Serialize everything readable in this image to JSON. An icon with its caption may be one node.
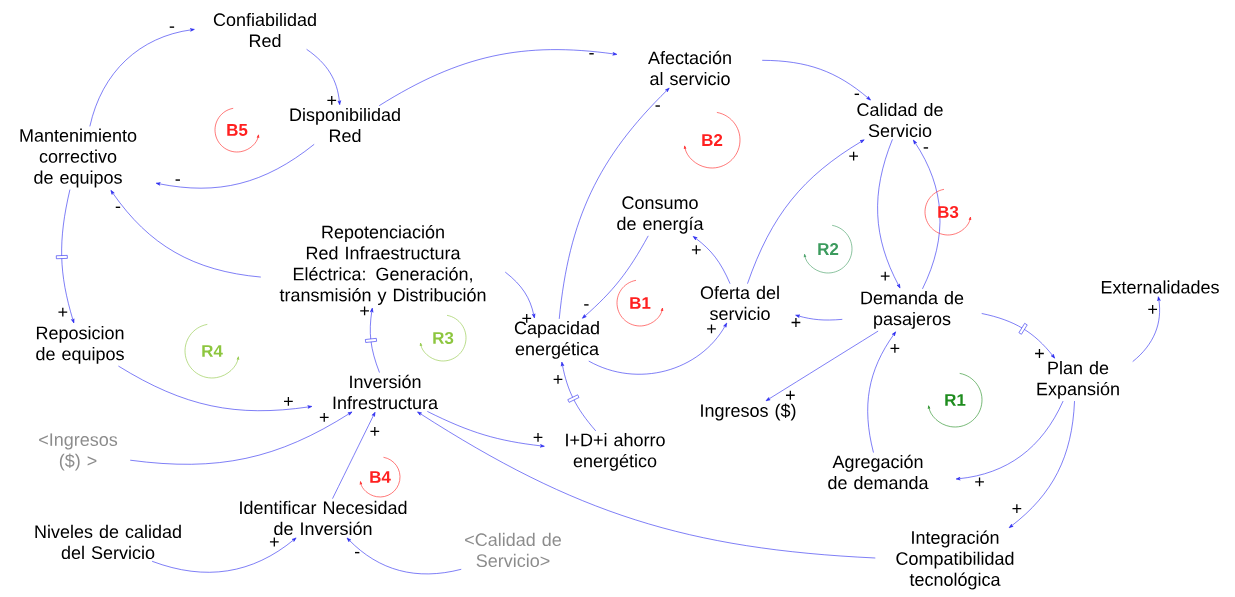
{
  "diagram": {
    "nodes": [
      {
        "text": [
          "Confiabilidad Red"
        ]
      },
      {
        "text": [
          "Disponibilidad Red"
        ]
      },
      {
        "text": [
          "Afectación al servicio"
        ]
      },
      {
        "text": [
          "Calidad de Servicio"
        ]
      },
      {
        "text": [
          "Mantenimiento correctivo de equipos"
        ]
      },
      {
        "text": [
          "Consumo de energía"
        ]
      },
      {
        "text": [
          "Repotenciación Red Infraestructura Eléctrica: Generación, transmisión y Distribución"
        ]
      },
      {
        "text": [
          "Oferta del servicio"
        ]
      },
      {
        "text": [
          "Demanda de pasajeros"
        ]
      },
      {
        "text": [
          "Externalidades"
        ]
      },
      {
        "text": [
          "Reposicion de equipos"
        ]
      },
      {
        "text": [
          "Capacidad energética"
        ]
      },
      {
        "text": [
          "Inversión Infrestructura"
        ]
      },
      {
        "text": [
          "Plan de Expansión"
        ]
      },
      {
        "text": [
          "Ingresos ($)"
        ]
      },
      {
        "text": [
          "<Ingresos ($) >"
        ]
      },
      {
        "text": [
          "I+D+i ahorro energético"
        ]
      },
      {
        "text": [
          "Agregación de demanda"
        ]
      },
      {
        "text": [
          "Identificar Necesidad de Inversión"
        ]
      },
      {
        "text": [
          "Niveles de calidad del Servicio"
        ]
      },
      {
        "text": [
          "<Calidad de Servicio>"
        ]
      },
      {
        "text": [
          "Integración Compatibilidad tecnológica"
        ]
      }
    ],
    "edges": [
      {
        "from": 4,
        "to": 0,
        "arrow": "to",
        "label": "-"
      },
      {
        "from": 0,
        "to": 1,
        "arrow": "to",
        "label": "+"
      },
      {
        "from": 1,
        "to": 4,
        "arrow": "to",
        "label": "-"
      },
      {
        "from": 1,
        "to": 2,
        "arrow": "to",
        "label": "-"
      },
      {
        "from": 2,
        "to": 3,
        "arrow": "to",
        "label": "-"
      },
      {
        "from": 11,
        "to": 2,
        "arrow": "to",
        "label": "-"
      },
      {
        "from": 6,
        "to": 11,
        "arrow": "to",
        "label": "+"
      },
      {
        "from": 5,
        "to": 11,
        "arrow": "to",
        "label": "-"
      },
      {
        "from": 11,
        "to": 7,
        "arrow": "to",
        "label": "+"
      },
      {
        "from": 7,
        "to": 5,
        "arrow": "to",
        "label": "+"
      },
      {
        "from": 7,
        "to": 3,
        "arrow": "to",
        "label": "+"
      },
      {
        "from": 3,
        "to": 8,
        "arrow": "to",
        "label": "+"
      },
      {
        "from": 8,
        "to": 3,
        "arrow": "to",
        "label": "-"
      },
      {
        "from": 8,
        "to": 7,
        "arrow": "to",
        "label": "+"
      },
      {
        "from": 8,
        "to": 14,
        "arrow": "to",
        "label": "+"
      },
      {
        "from": 17,
        "to": 8,
        "arrow": "to",
        "label": "+"
      },
      {
        "from": 8,
        "to": 13,
        "arrow": "to",
        "label": "+"
      },
      {
        "from": 13,
        "to": 9,
        "arrow": "to",
        "label": "+"
      },
      {
        "from": 13,
        "to": 17,
        "arrow": "to",
        "label": "+"
      },
      {
        "from": 13,
        "to": 21,
        "arrow": "to",
        "label": "+"
      },
      {
        "from": 21,
        "to": 12,
        "arrow": "to"
      },
      {
        "from": 12,
        "to": 16,
        "arrow": "to",
        "label": "+"
      },
      {
        "from": 16,
        "to": 11,
        "arrow": "to",
        "label": "+"
      },
      {
        "from": 12,
        "to": 6,
        "arrow": "to",
        "label": "+"
      },
      {
        "from": 6,
        "to": 4,
        "arrow": "to",
        "label": "-"
      },
      {
        "from": 4,
        "to": 10,
        "arrow": "to",
        "label": "+"
      },
      {
        "from": 10,
        "to": 12,
        "arrow": "to",
        "label": "+"
      },
      {
        "from": 15,
        "to": 12,
        "arrow": "to",
        "label": "+"
      },
      {
        "from": 18,
        "to": 12,
        "arrow": "to",
        "label": "+"
      },
      {
        "from": 19,
        "to": 18,
        "arrow": "to",
        "label": "+"
      },
      {
        "from": 20,
        "to": 18,
        "arrow": "to",
        "label": "-"
      }
    ],
    "labels": [
      "B5",
      "B2",
      "B3",
      "R2",
      "B1",
      "R3",
      "R4",
      "R1",
      "B4"
    ]
  }
}
